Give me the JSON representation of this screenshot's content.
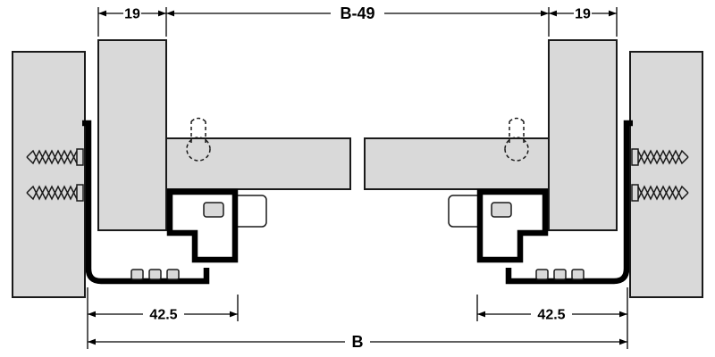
{
  "dimensions": {
    "top_left": "19",
    "top_center": "B-49",
    "top_right": "19",
    "bottom_left": "42.5",
    "bottom_right": "42.5",
    "bottom_total": "B"
  },
  "colors": {
    "panel": "#d9d9d9",
    "outline": "#1a1a1a",
    "background": "#ffffff"
  }
}
